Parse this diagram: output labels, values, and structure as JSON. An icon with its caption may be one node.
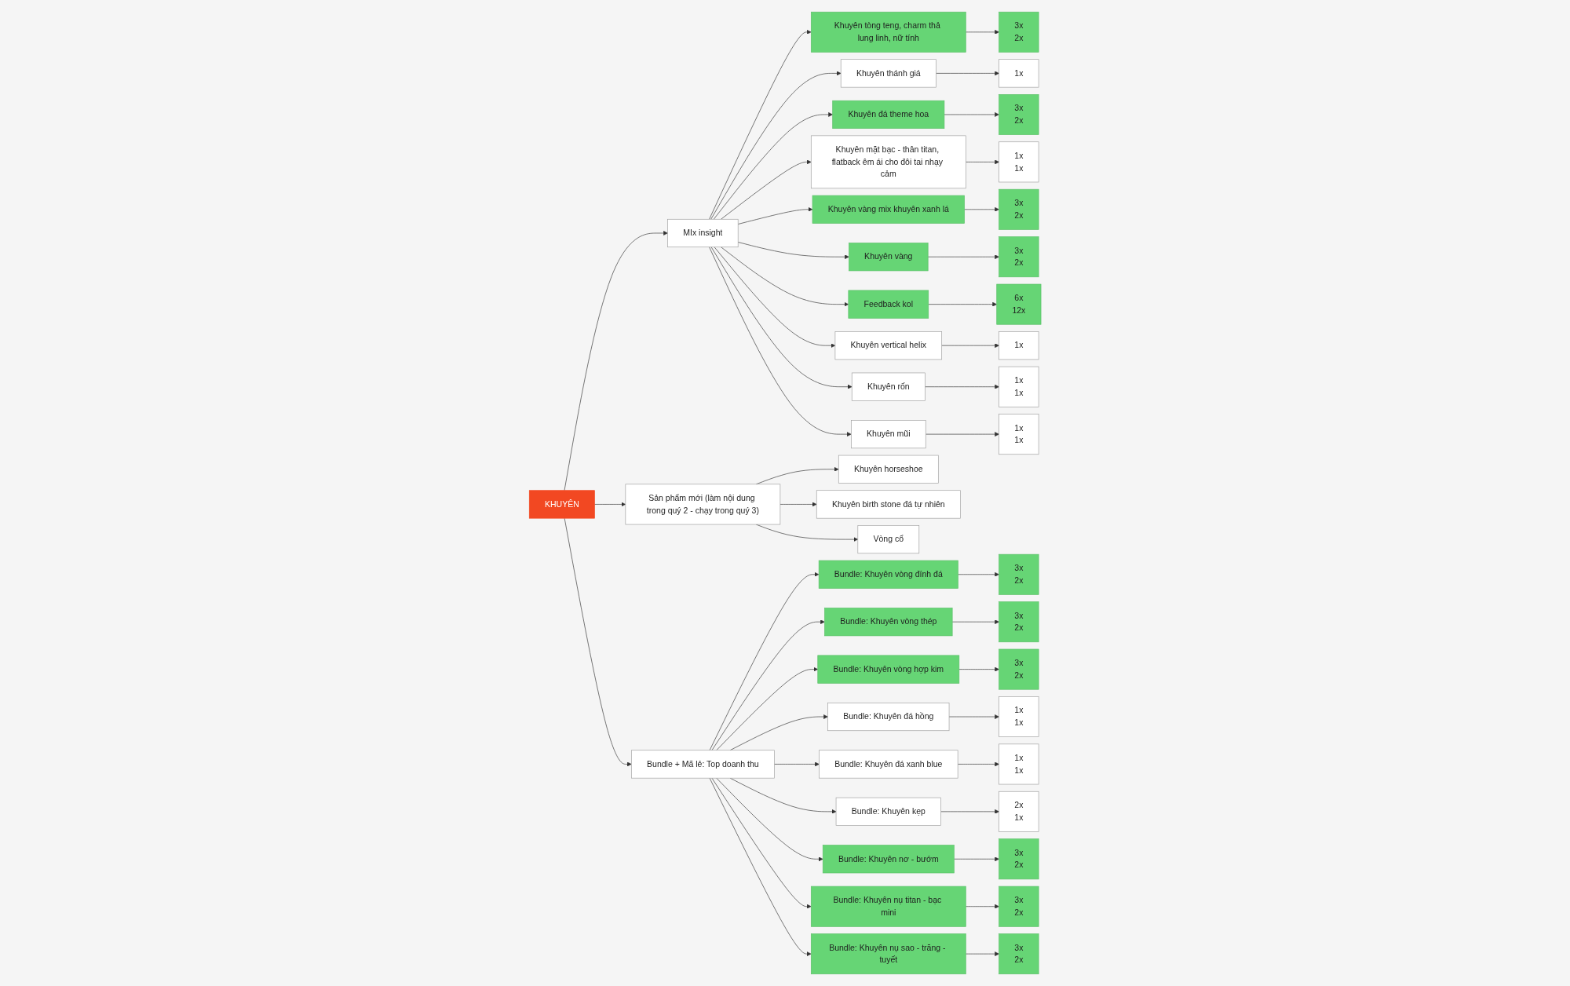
{
  "diagram": {
    "nodes": [
      {
        "text": [
          "KHUYÊN"
        ]
      },
      {
        "text": [
          "MIx insight"
        ]
      },
      {
        "text": [
          "Khuyên tòng teng, charm thả lung linh, nữ tính"
        ]
      },
      {
        "text": [
          "Khuyên thánh giá"
        ]
      },
      {
        "text": [
          "Khuyên đá theme hoa"
        ]
      },
      {
        "text": [
          "Khuyên mặt bạc - thân titan, flatback êm ái cho đôi tai nhạy cảm"
        ]
      },
      {
        "text": [
          "Khuyên vàng mix khuyên xanh lá"
        ]
      },
      {
        "text": [
          "Khuyên vàng"
        ]
      },
      {
        "text": [
          "Feedback kol"
        ]
      },
      {
        "text": [
          "Khuyên vertical helix"
        ]
      },
      {
        "text": [
          "Khuyên rốn"
        ]
      },
      {
        "text": [
          "Khuyên mũi"
        ]
      },
      {
        "text": [
          "3x",
          "2x"
        ]
      },
      {
        "text": [
          "1x"
        ]
      },
      {
        "text": [
          "3x",
          "2x"
        ]
      },
      {
        "text": [
          "1x",
          "1x"
        ]
      },
      {
        "text": [
          "3x",
          "2x"
        ]
      },
      {
        "text": [
          "3x",
          "2x"
        ]
      },
      {
        "text": [
          "6x",
          "12x"
        ]
      },
      {
        "text": [
          "1x"
        ]
      },
      {
        "text": [
          "1x",
          "1x"
        ]
      },
      {
        "text": [
          "1x",
          "1x"
        ]
      },
      {
        "text": [
          "Sản phẩm mới (làm nội dung trong quý 2 - chạy trong quý 3)"
        ]
      },
      {
        "text": [
          "Khuyên horseshoe"
        ]
      },
      {
        "text": [
          "Khuyên birth stone đá tự nhiên"
        ]
      },
      {
        "text": [
          "Vòng cổ"
        ]
      },
      {
        "text": [
          "Bundle + Mã lẻ: Top doanh thu"
        ]
      },
      {
        "text": [
          "Bundle: Khuyên vòng đính đá"
        ]
      },
      {
        "text": [
          "Bundle: Khuyên vòng thép"
        ]
      },
      {
        "text": [
          "Bundle: Khuyên vòng hợp kim"
        ]
      },
      {
        "text": [
          "Bundle: Khuyên đá hồng"
        ]
      },
      {
        "text": [
          "Bundle: Khuyên đá xanh blue"
        ]
      },
      {
        "text": [
          "Bundle: Khuyên kẹp"
        ]
      },
      {
        "text": [
          "Bundle: Khuyên nơ - bướm"
        ]
      },
      {
        "text": [
          "Bundle: Khuyên nụ titan - bạc mini"
        ]
      },
      {
        "text": [
          "Bundle: Khuyên nụ sao - trăng - tuyết"
        ]
      },
      {
        "text": [
          "3x",
          "2x"
        ]
      },
      {
        "text": [
          "3x",
          "2x"
        ]
      },
      {
        "text": [
          "3x",
          "2x"
        ]
      },
      {
        "text": [
          "1x",
          "1x"
        ]
      },
      {
        "text": [
          "1x",
          "1x"
        ]
      },
      {
        "text": [
          "2x",
          "1x"
        ]
      },
      {
        "text": [
          "3x",
          "2x"
        ]
      },
      {
        "text": [
          "3x",
          "2x"
        ]
      },
      {
        "text": [
          "3x",
          "2x"
        ]
      }
    ],
    "edges": [
      {
        "from": 0,
        "to": 1,
        "arrow": "to"
      },
      {
        "from": 1,
        "to": 2,
        "arrow": "to"
      },
      {
        "from": 1,
        "to": 3,
        "arrow": "to"
      },
      {
        "from": 1,
        "to": 4,
        "arrow": "to"
      },
      {
        "from": 1,
        "to": 5,
        "arrow": "to"
      },
      {
        "from": 1,
        "to": 6,
        "arrow": "to"
      },
      {
        "from": 1,
        "to": 7,
        "arrow": "to"
      },
      {
        "from": 1,
        "to": 8,
        "arrow": "to"
      },
      {
        "from": 1,
        "to": 9,
        "arrow": "to"
      },
      {
        "from": 1,
        "to": 10,
        "arrow": "to"
      },
      {
        "from": 1,
        "to": 11,
        "arrow": "to"
      },
      {
        "from": 2,
        "to": 12,
        "arrow": "to"
      },
      {
        "from": 3,
        "to": 13,
        "arrow": "to"
      },
      {
        "from": 4,
        "to": 14,
        "arrow": "to"
      },
      {
        "from": 5,
        "to": 15,
        "arrow": "to"
      },
      {
        "from": 6,
        "to": 16,
        "arrow": "to"
      },
      {
        "from": 7,
        "to": 17,
        "arrow": "to"
      },
      {
        "from": 8,
        "to": 18,
        "arrow": "to"
      },
      {
        "from": 9,
        "to": 19,
        "arrow": "to"
      },
      {
        "from": 10,
        "to": 20,
        "arrow": "to"
      },
      {
        "from": 11,
        "to": 21,
        "arrow": "to"
      },
      {
        "from": 0,
        "to": 22,
        "arrow": "to"
      },
      {
        "from": 22,
        "to": 23,
        "arrow": "to"
      },
      {
        "from": 22,
        "to": 24,
        "arrow": "to"
      },
      {
        "from": 22,
        "to": 25,
        "arrow": "to"
      },
      {
        "from": 0,
        "to": 26,
        "arrow": "to"
      },
      {
        "from": 26,
        "to": 27,
        "arrow": "to"
      },
      {
        "from": 26,
        "to": 28,
        "arrow": "to"
      },
      {
        "from": 26,
        "to": 29,
        "arrow": "to"
      },
      {
        "from": 26,
        "to": 30,
        "arrow": "to"
      },
      {
        "from": 26,
        "to": 31,
        "arrow": "to"
      },
      {
        "from": 26,
        "to": 32,
        "arrow": "to"
      },
      {
        "from": 26,
        "to": 33,
        "arrow": "to"
      },
      {
        "from": 26,
        "to": 34,
        "arrow": "to"
      },
      {
        "from": 26,
        "to": 35,
        "arrow": "to"
      },
      {
        "from": 27,
        "to": 36,
        "arrow": "to"
      },
      {
        "from": 28,
        "to": 37,
        "arrow": "to"
      },
      {
        "from": 29,
        "to": 38,
        "arrow": "to"
      },
      {
        "from": 30,
        "to": 39,
        "arrow": "to"
      },
      {
        "from": 31,
        "to": 40,
        "arrow": "to"
      },
      {
        "from": 32,
        "to": 41,
        "arrow": "to"
      },
      {
        "from": 33,
        "to": 42,
        "arrow": "to"
      },
      {
        "from": 34,
        "to": 43,
        "arrow": "to"
      },
      {
        "from": 35,
        "to": 44,
        "arrow": "to"
      }
    ]
  }
}
